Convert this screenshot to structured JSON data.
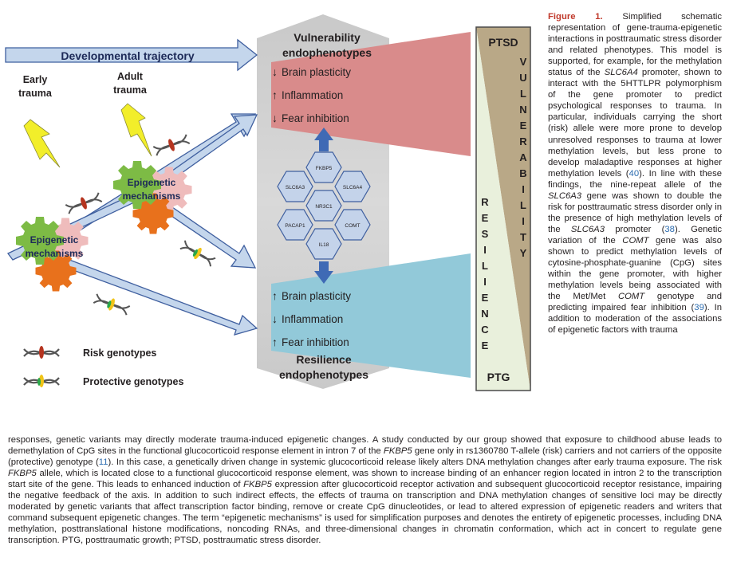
{
  "figure": {
    "developmental_trajectory": "Developmental trajectory",
    "early_trauma": [
      "Early",
      "trauma"
    ],
    "adult_trauma": [
      "Adult",
      "trauma"
    ],
    "epigenetic_mechanisms": [
      "Epigenetic",
      "mechanisms"
    ],
    "vulnerability_title": [
      "Vulnerability",
      "endophenotypes"
    ],
    "resilience_title": [
      "Resilience",
      "endophenotypes"
    ],
    "vulnerability_items": [
      {
        "arrow": "↓",
        "label": "Brain plasticity"
      },
      {
        "arrow": "↑",
        "label": "Inflammation"
      },
      {
        "arrow": "↓",
        "label": "Fear inhibition"
      }
    ],
    "resilience_items": [
      {
        "arrow": "↑",
        "label": "Brain plasticity"
      },
      {
        "arrow": "↓",
        "label": "Inflammation"
      },
      {
        "arrow": "↑",
        "label": "Fear inhibition"
      }
    ],
    "genes": [
      "FKBP5",
      "SLC6A3",
      "NR3C1",
      "SLC6A4",
      "PACAP1",
      "COMT",
      "IL18"
    ],
    "ptsd": "PTSD",
    "ptg": "PTG",
    "vulnerability_letters": [
      "V",
      "U",
      "L",
      "N",
      "E",
      "R",
      "A",
      "B",
      "I",
      "L",
      "I",
      "T",
      "Y"
    ],
    "resilience_letters": [
      "R",
      "E",
      "S",
      "I",
      "L",
      "I",
      "E",
      "N",
      "C",
      "E"
    ],
    "legend": [
      {
        "label": "Risk genotypes",
        "icon": "risk-genotype-dna-icon"
      },
      {
        "label": "Protective genotypes",
        "icon": "protective-genotype-dna-icon"
      }
    ],
    "colors": {
      "vulnerability": "#d98b8b",
      "resilience": "#92c9d9",
      "wedge_tan": "#b9a887",
      "wedge_light": "#e9f0dc",
      "arrow_blue": "#c4d6ec",
      "gear_green": "#7dbb45",
      "gear_orange": "#e8711c",
      "gear_pink": "#efbcbc",
      "lightning": "#f2ee2a"
    }
  },
  "caption": {
    "figure_label": "Figure 1.",
    "right_html": " Simplified schematic representation of gene-trauma-epigenetic interactions in posttraumatic stress disorder and related phenotypes. This model is supported, for example, for the methylation status of the <i>SLC6A4</i> promoter, shown to interact with the 5HTTLPR polymorphism of the gene promoter to predict psychological responses to trauma. In particular, individuals carrying the short (risk) allele were more prone to develop unresolved responses to trauma at lower methylation levels, but less prone to develop maladaptive responses at higher methylation levels (<span class=\"ref\">40</span>). In line with these findings, the nine-repeat allele of the <i>SLC6A3</i> gene was shown to double the risk for posttraumatic stress disorder only in the presence of high methylation levels of the <i>SLC6A3</i> promoter (<span class=\"ref\">38</span>). Genetic variation of the <i>COMT</i> gene was also shown to predict methylation levels of cytosine-phosphate-guanine (CpG) sites within the gene promoter, with higher methylation levels being associated with the Met/Met <i>COMT</i> genotype and predicting impaired fear inhibition (<span class=\"ref\">39</span>). In addition to moderation of the associations of epigenetic factors with trauma",
    "bottom_html": "responses, genetic variants may directly moderate trauma-induced epigenetic changes. A study conducted by our group showed that exposure to childhood abuse leads to demethylation of CpG sites in the functional glucocorticoid response element in intron 7 of the <i>FKBP5</i> gene only in rs1360780 T-allele (risk) carriers and not carriers of the opposite (protective) genotype (<span class=\"ref\">11</span>). In this case, a genetically driven change in systemic glucocorticoid release likely alters DNA methylation changes after early trauma exposure. The risk <i>FKBP5</i> allele, which is located close to a functional glucocorticoid response element, was shown to increase binding of an enhancer region located in intron 2 to the transcription start site of the gene. This leads to enhanced induction of <i>FKBP5</i> expression after glucocorticoid receptor activation and subsequent glucocorticoid receptor resistance, impairing the negative feedback of the axis. In addition to such indirect effects, the effects of trauma on transcription and DNA methylation changes of sensitive loci may be directly moderated by genetic variants that affect transcription factor binding, remove or create CpG dinucleotides, or lead to altered expression of epigenetic readers and writers that command subsequent epigenetic changes. The term “epigenetic mechanisms” is used for simplification purposes and denotes the entirety of epigenetic processes, including DNA methylation, posttranslational histone modifications, noncoding RNAs, and three-dimensional changes in chromatin conformation, which act in concert to regulate gene transcription. PTG, posttraumatic growth; PTSD, posttraumatic stress disorder."
  }
}
